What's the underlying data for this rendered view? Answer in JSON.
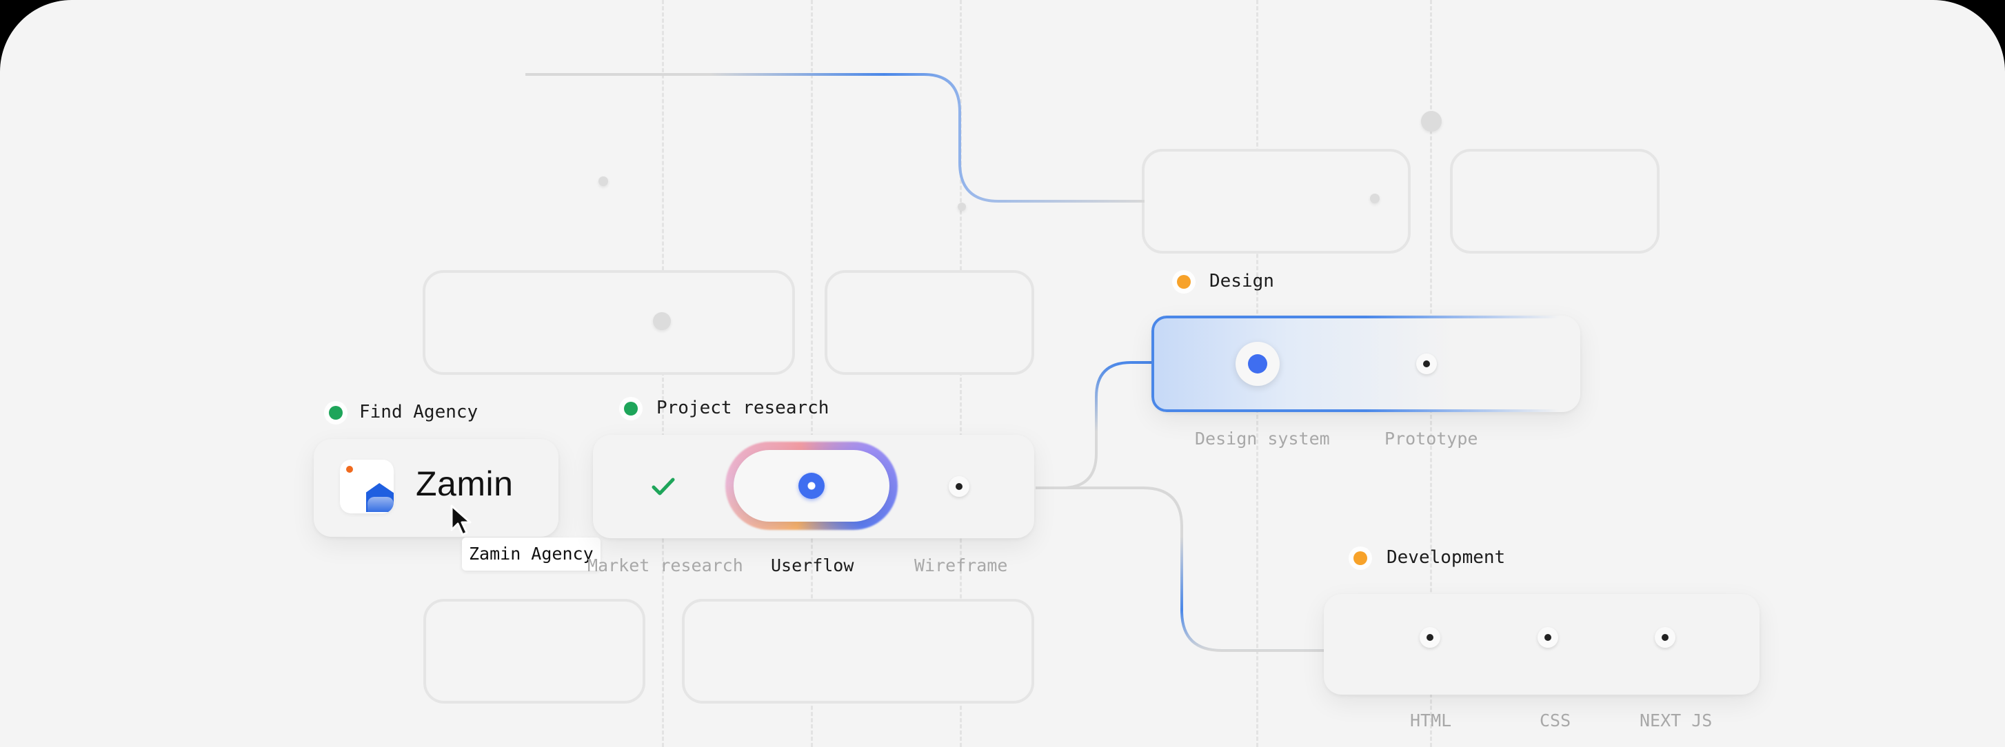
{
  "colors": {
    "green": "#1ea55a",
    "orange": "#f7a22a",
    "accent_blue": "#4a87e8",
    "panel": "#f4f4f4"
  },
  "find_agency": {
    "title": "Find Agency",
    "agency_name": "Zamin",
    "logo": "zamin-logo-icon",
    "tooltip": "Zamin Agency",
    "cursor": "arrow-cursor-icon"
  },
  "project_research": {
    "title": "Project research",
    "steps": [
      {
        "label": "Market research",
        "state": "done",
        "icon": "checkmark-icon"
      },
      {
        "label": "Userflow",
        "state": "active"
      },
      {
        "label": "Wireframe",
        "state": "pending"
      }
    ]
  },
  "design": {
    "title": "Design",
    "steps": [
      {
        "label": "Design system",
        "state": "active"
      },
      {
        "label": "Prototype",
        "state": "pending"
      }
    ]
  },
  "development": {
    "title": "Development",
    "steps": [
      {
        "label": "HTML",
        "state": "pending"
      },
      {
        "label": "CSS",
        "state": "pending"
      },
      {
        "label": "NEXT JS",
        "state": "pending"
      }
    ]
  }
}
